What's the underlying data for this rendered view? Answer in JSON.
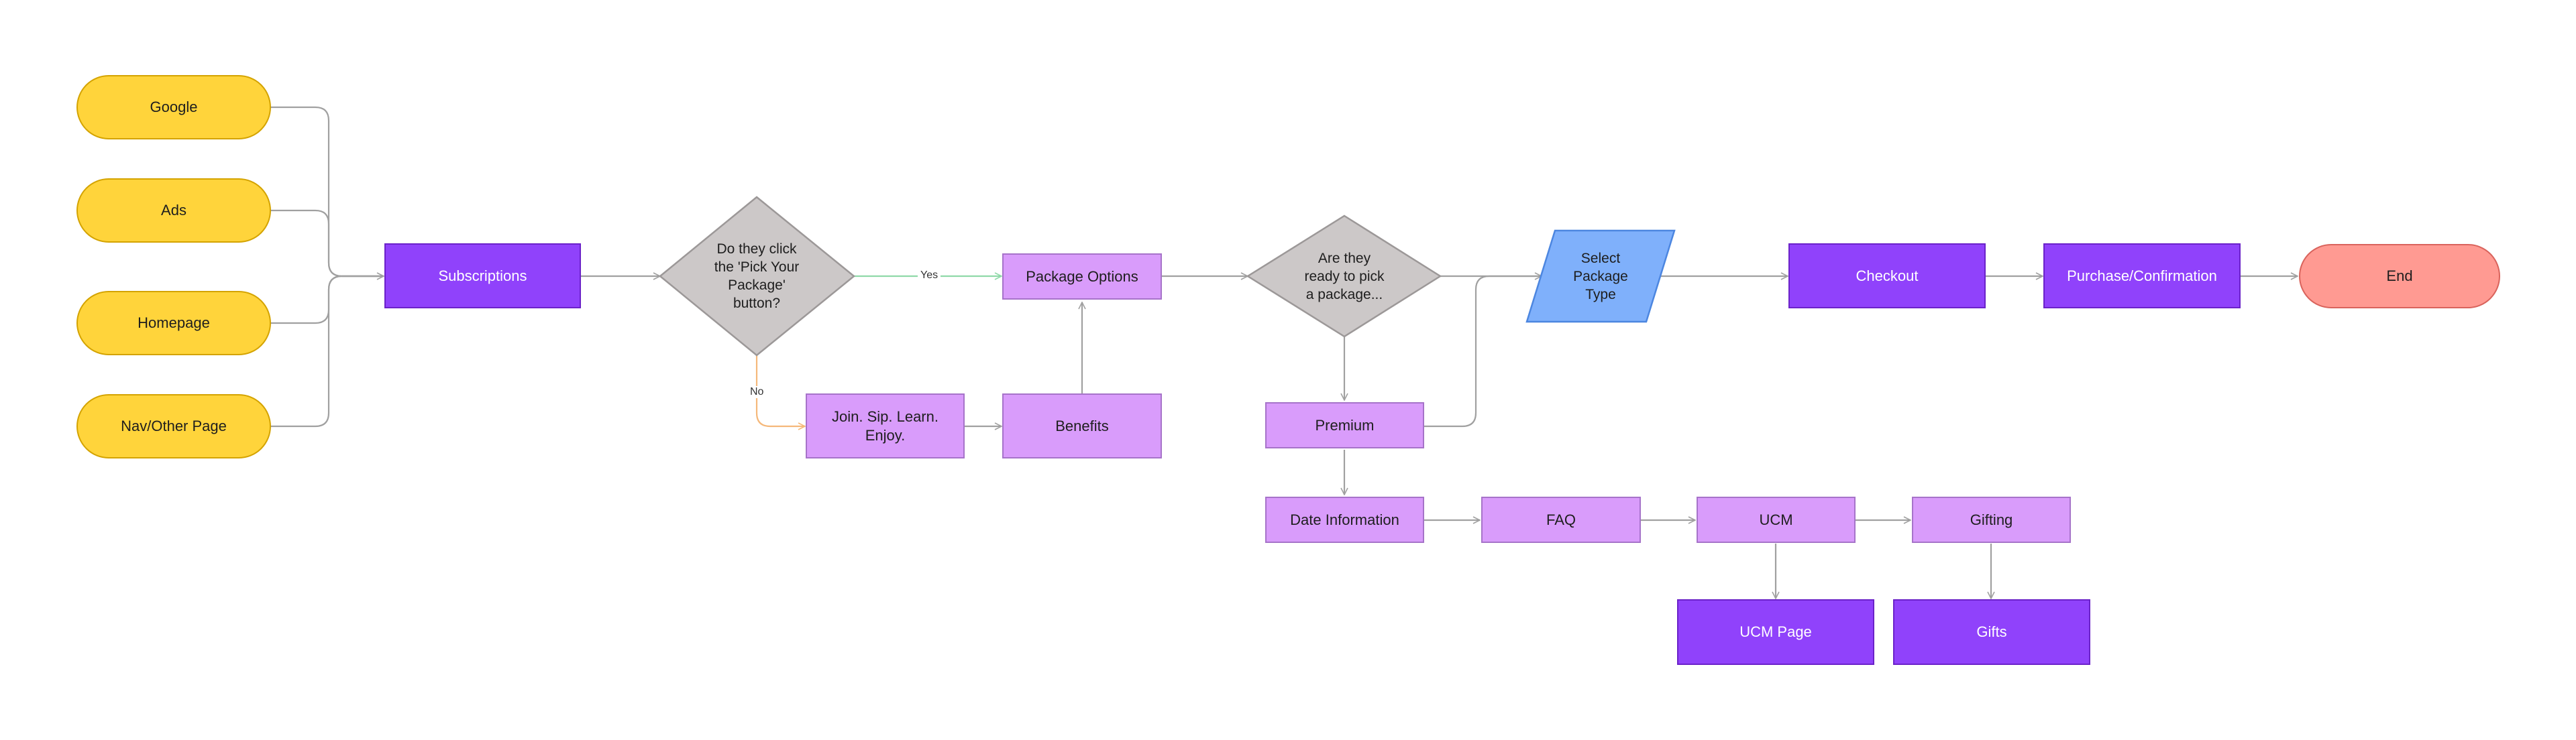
{
  "nodes": {
    "google": "Google",
    "ads": "Ads",
    "homepage": "Homepage",
    "nav_other": "Nav/Other Page",
    "subscriptions": "Subscriptions",
    "decision_pick": "Do they click\nthe 'Pick Your\nPackage'\nbutton?",
    "package_options": "Package Options",
    "join": "Join. Sip. Learn.\nEnjoy.",
    "benefits": "Benefits",
    "decision_ready": "Are they\nready to pick\na package...",
    "select_type": "Select\nPackage\nType",
    "checkout": "Checkout",
    "purchase": "Purchase/Confirmation",
    "end": "End",
    "premium": "Premium",
    "date_info": "Date Information",
    "faq": "FAQ",
    "ucm": "UCM",
    "gifting": "Gifting",
    "ucm_page": "UCM Page",
    "gifts": "Gifts"
  },
  "edge_labels": {
    "yes": "Yes",
    "no": "No"
  },
  "colors": {
    "terminal_fill": "#ffd43b",
    "dark_fill": "#9042fb",
    "light_fill": "#d99cfb",
    "decision_fill": "#ccc8c8",
    "data_fill": "#7fb0fb",
    "end_fill": "#ff9a92",
    "connector": "#a0a0a0",
    "yes_line": "#8fd9a8",
    "no_line": "#f5b87a"
  }
}
